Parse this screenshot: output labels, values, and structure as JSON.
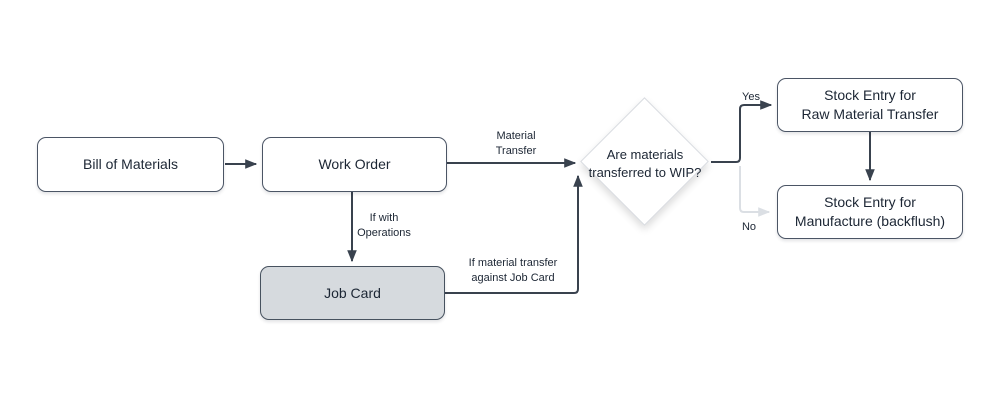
{
  "nodes": {
    "bill_of_materials": "Bill of Materials",
    "work_order": "Work Order",
    "job_card": "Job Card",
    "decision": "Are materials\ntransferred to WIP?",
    "stock_entry_raw": "Stock Entry for\nRaw Material Transfer",
    "stock_entry_manufacture": "Stock Entry for\nManufacture (backflush)"
  },
  "edge_labels": {
    "material_transfer": "Material\nTransfer",
    "if_with_operations": "If with\nOperations",
    "if_material_transfer_job_card": "If material transfer\nagainst Job Card",
    "yes": "Yes",
    "no": "No"
  },
  "colors": {
    "edge_dark": "#39424e",
    "edge_light": "#dbdfe4",
    "node_border": "#4b5565",
    "node_fill": "#ffffff",
    "job_card_fill": "#d6dade",
    "diamond_border": "#d9dce1",
    "text": "#1c2634"
  }
}
